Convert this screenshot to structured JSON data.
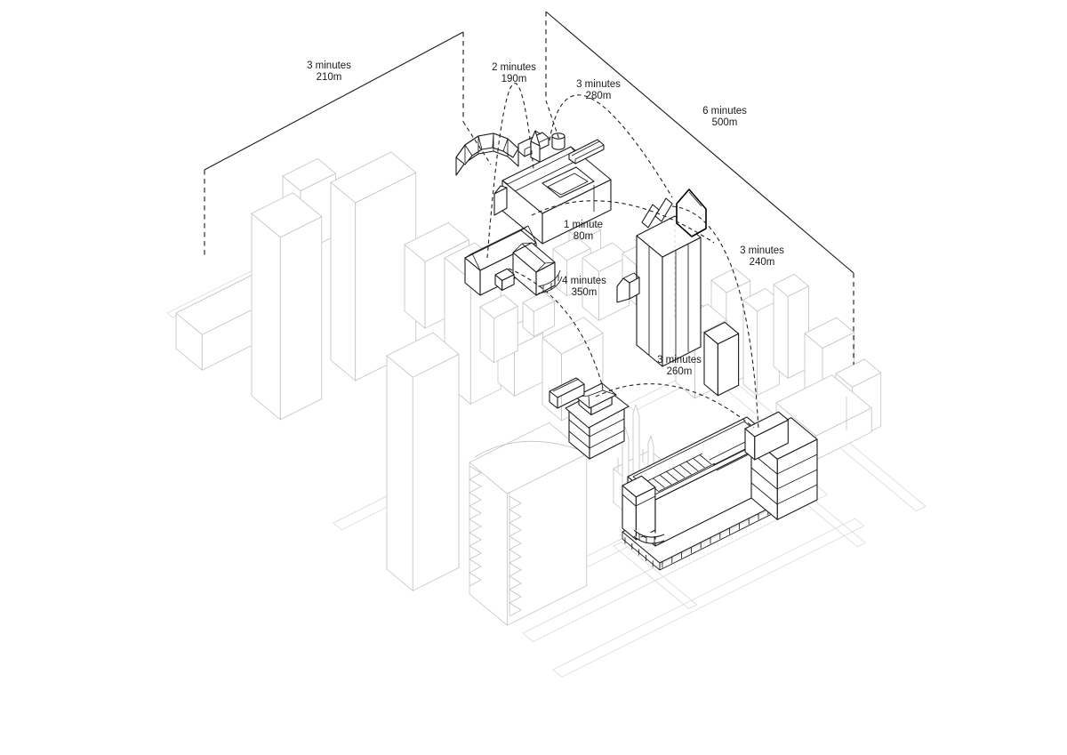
{
  "diagram": {
    "labels": [
      {
        "time": "3 minutes",
        "distance": "210m"
      },
      {
        "time": "2 minutes",
        "distance": "190m"
      },
      {
        "time": "3 minutes",
        "distance": "280m"
      },
      {
        "time": "6 minutes",
        "distance": "500m"
      },
      {
        "time": "1 minute",
        "distance": "80m"
      },
      {
        "time": "4 minutes",
        "distance": "350m"
      },
      {
        "time": "3 minutes",
        "distance": "240m"
      },
      {
        "time": "3 minutes",
        "distance": "260m"
      }
    ],
    "colors": {
      "highlight_line": "#1a1a1a",
      "context_line": "#c2c2c2",
      "ground_line": "#d9d9d9",
      "background": "#ffffff"
    }
  }
}
